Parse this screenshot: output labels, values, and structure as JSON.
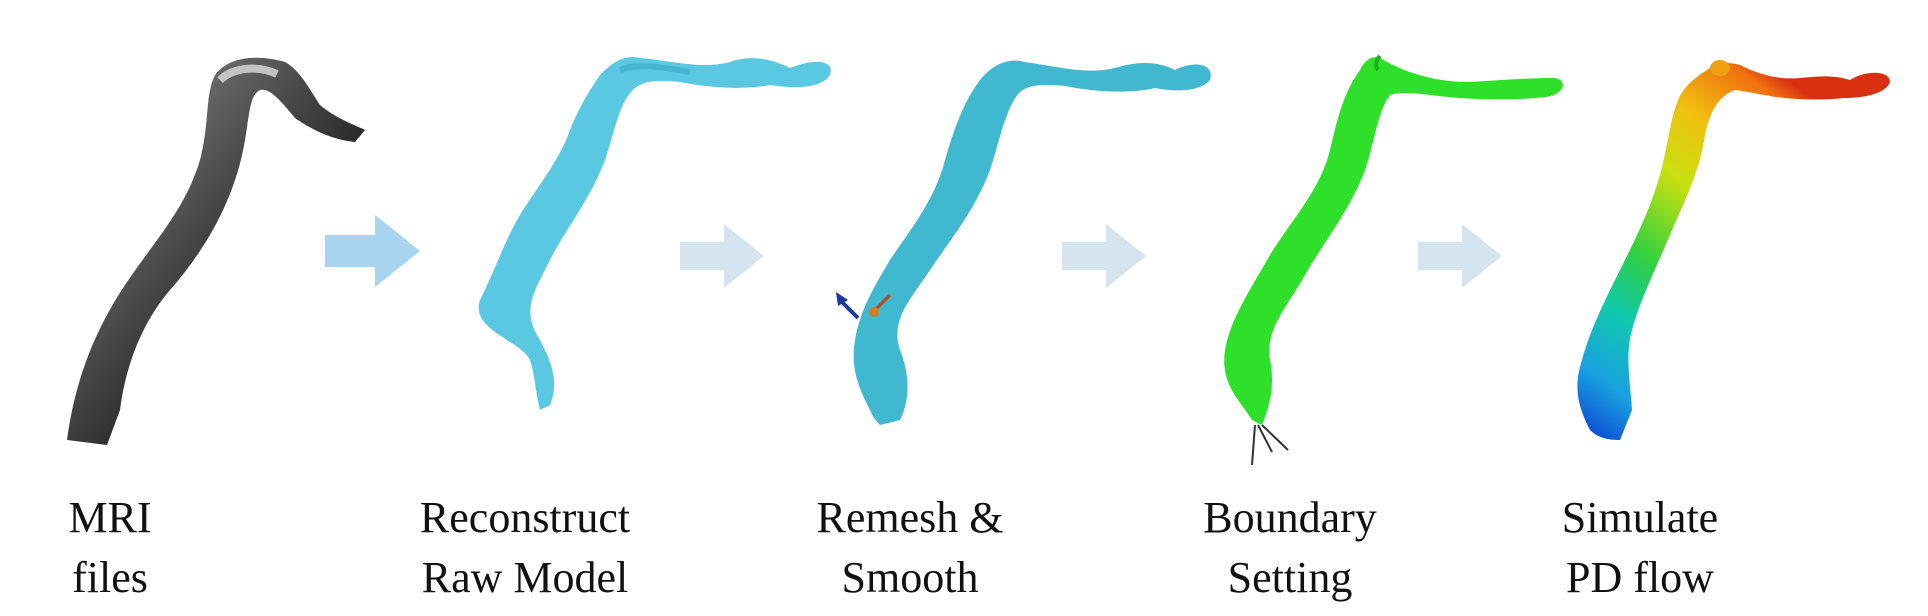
{
  "stages": [
    {
      "line1": "MRI",
      "line2": "files",
      "color": "#2a2a2a"
    },
    {
      "line1": "Reconstruct",
      "line2": "Raw Model",
      "color": "#5ac8e0"
    },
    {
      "line1": "Remesh &",
      "line2": "Smooth",
      "color": "#3fb8d0"
    },
    {
      "line1": "Boundary",
      "line2": "Setting",
      "color": "#2ee02a"
    },
    {
      "line1": "Simulate",
      "line2": "PD flow",
      "color": "#e8e020"
    }
  ],
  "arrows": [
    {
      "color": "#a9d4f0"
    },
    {
      "color": "#d6e4f0"
    },
    {
      "color": "#d6e4f0"
    },
    {
      "color": "#d6e4f0"
    }
  ]
}
